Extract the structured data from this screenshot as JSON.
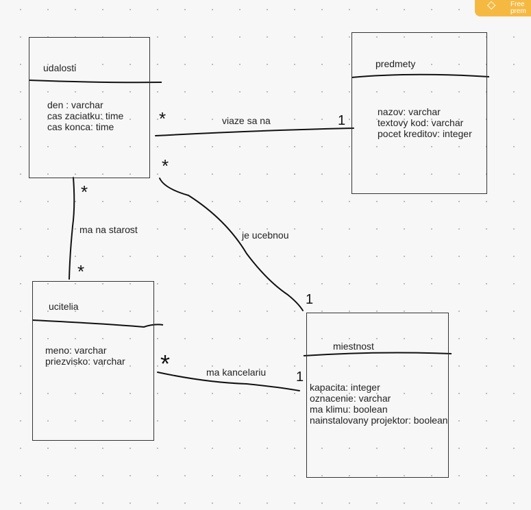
{
  "entities": {
    "udalosti": {
      "title": "udalosti",
      "attributes": [
        "den : varchar",
        "cas zaciatku: time",
        "cas konca: time"
      ]
    },
    "predmety": {
      "title": "predmety",
      "attributes": [
        "nazov: varchar",
        "textovy kod: varchar",
        "pocet kreditov: integer"
      ]
    },
    "ucitelia": {
      "title": "ucitelia",
      "attributes": [
        "meno: varchar",
        "priezvisko: varchar"
      ]
    },
    "miestnost": {
      "title": "miestnost",
      "attributes": [
        "kapacita: integer",
        "oznacenie: varchar",
        "ma klimu: boolean",
        "nainstalovany projektor: boolean"
      ]
    }
  },
  "relations": {
    "viaze": {
      "label": "viaze sa na",
      "from_mult": "*",
      "to_mult": "1"
    },
    "ucebnou": {
      "label": "je ucebnou",
      "from_mult": "*",
      "to_mult": "1"
    },
    "starost": {
      "label": "ma na starost",
      "from_mult": "*",
      "to_mult": "*"
    },
    "kancelariu": {
      "label": "ma kancelariu",
      "from_mult": "*",
      "to_mult": "1"
    }
  },
  "promo": {
    "line1": "Free",
    "line2": "prem",
    "icon": "diamond-icon"
  }
}
